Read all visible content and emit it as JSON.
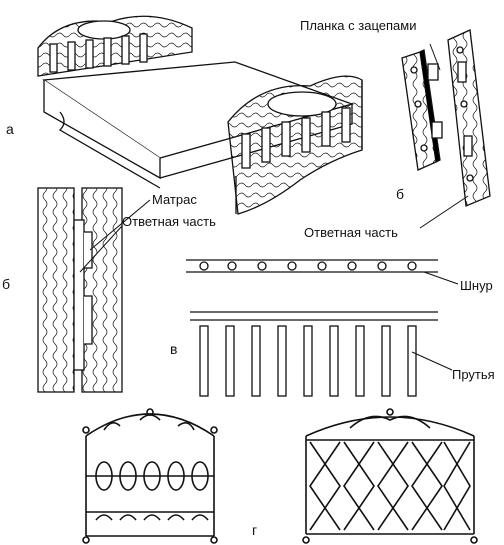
{
  "panels": {
    "a": {
      "letter": "а"
    },
    "b_top": {
      "letter": "б",
      "label_plank": "Планка с зацепами",
      "label_counter": "Ответная часть"
    },
    "b_left": {
      "letter": "б",
      "label_mattress": "Матрас",
      "label_counter": "Ответная часть"
    },
    "v": {
      "letter": "в",
      "label_cord": "Шнур",
      "label_rods": "Прутья"
    },
    "g": {
      "letter": "г"
    }
  },
  "colors": {
    "ink": "#111111",
    "paper": "#ffffff"
  }
}
